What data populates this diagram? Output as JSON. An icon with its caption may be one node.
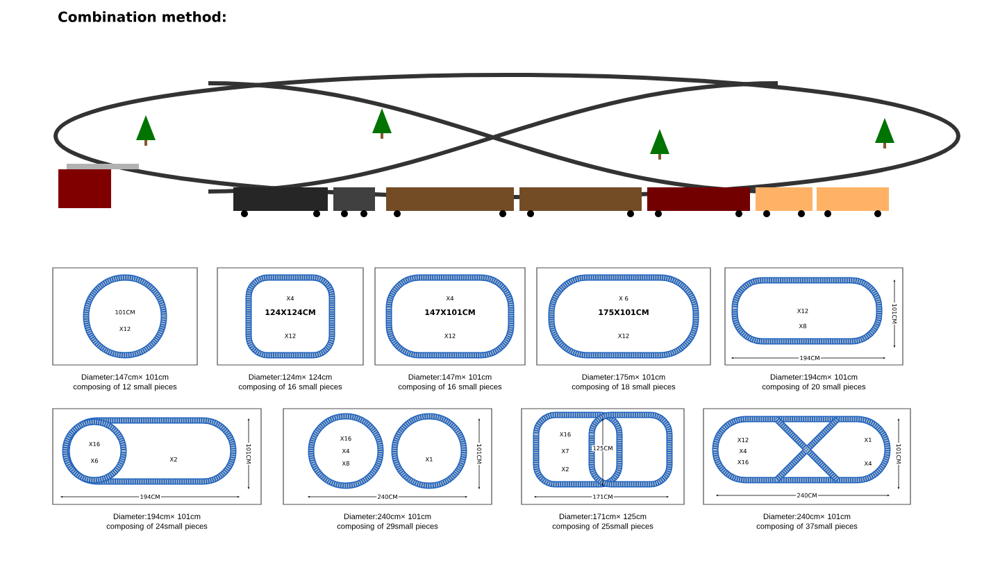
{
  "diagram": {
    "title": "Combination method:",
    "nodes": [
      {
        "text": [
          "101CM",
          "X12"
        ],
        "beside": [
          "Diameter:147cm× 101cm composing of 12 small pieces"
        ]
      },
      {
        "text": [
          "X4",
          "124X124CM",
          "X12"
        ],
        "beside": [
          "Diameter:124m× 124cm composing of 16 small pieces"
        ]
      },
      {
        "text": [
          "X4",
          "147X101CM",
          "X12"
        ],
        "beside": [
          "Diameter:147m× 101cm composing of 16 small pieces"
        ]
      },
      {
        "text": [
          "X 6",
          "175X101CM",
          "X12"
        ],
        "beside": [
          "Diameter:175m× 101cm composing of 18 small pieces"
        ]
      },
      {
        "text": [
          "X12",
          "X8",
          "101CM",
          "194CM"
        ],
        "beside": [
          "Diameter:194cm× 101cm composing of 20 small pieces"
        ]
      },
      {
        "text": [
          "X16",
          "X6",
          "X2",
          "101CM",
          "194CM"
        ],
        "beside": [
          "Diameter:194cm× 101cm composing of 24small pieces"
        ]
      },
      {
        "text": [
          "X16",
          "X4",
          "X8",
          "X1",
          "101CM",
          "240CM"
        ],
        "beside": [
          "Diameter:240cm× 101cm composing of 29small pieces"
        ]
      },
      {
        "text": [
          "X16",
          "X7",
          "125CM",
          "X2",
          "171CM"
        ],
        "beside": [
          "Diameter:171cm× 125cm composing of 25small pieces"
        ]
      },
      {
        "text": [
          "X12",
          "X4",
          "X16",
          "X1",
          "X4",
          "101CM",
          "240CM"
        ],
        "beside": [
          "Diameter:240cm× 101cm composing of 37small pieces"
        ]
      }
    ]
  }
}
